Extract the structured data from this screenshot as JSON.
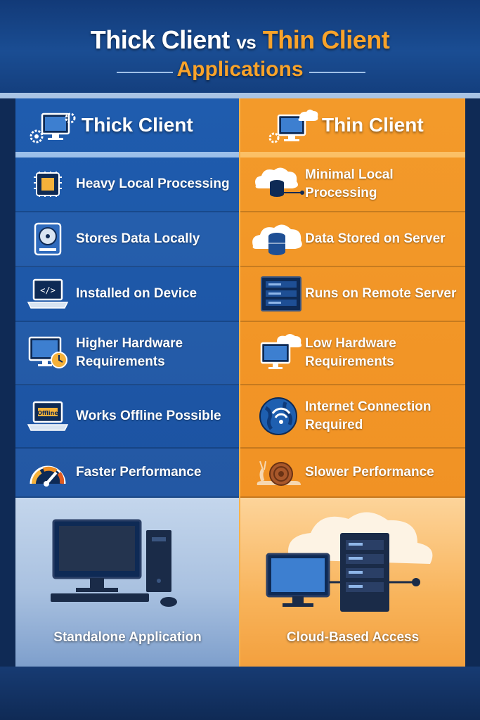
{
  "title": {
    "part1": "Thick Client",
    "vs": "vs",
    "part2": "Thin Client",
    "line2": "Applications"
  },
  "colors": {
    "thick_blue": "#1f5cae",
    "thin_orange": "#f39a2a",
    "accent_orange": "#f9a32a"
  },
  "thick": {
    "heading": "Thick Client",
    "heading_icon": "desktop-gears-icon",
    "rows": [
      {
        "label": "Heavy Local Processing",
        "icon": "cpu-chip-icon"
      },
      {
        "label": "Stores Data Locally",
        "icon": "hard-drive-icon"
      },
      {
        "label": "Installed on Device",
        "icon": "laptop-code-icon"
      },
      {
        "label": "Higher Hardware Requirements",
        "icon": "monitor-clock-icon"
      },
      {
        "label": "Works Offline Possible",
        "icon": "laptop-offline-icon"
      },
      {
        "label": "Faster Performance",
        "icon": "speedometer-icon"
      }
    ],
    "bottom_label": "Standalone Application",
    "bottom_icon": "desktop-computer-icon",
    "offline_tag": "Offline"
  },
  "thin": {
    "heading": "Thin Client",
    "heading_icon": "monitor-cloud-icon",
    "rows": [
      {
        "label": "Minimal Local Processing",
        "icon": "cloud-database-icon"
      },
      {
        "label": "Data Stored on Server",
        "icon": "cloud-storage-icon"
      },
      {
        "label": "Runs on Remote Server",
        "icon": "server-rack-icon"
      },
      {
        "label": "Low Hardware Requirements",
        "icon": "monitor-cloud-small-icon"
      },
      {
        "label": "Internet Connection Required",
        "icon": "globe-wifi-icon"
      },
      {
        "label": "Slower Performance",
        "icon": "snail-icon"
      }
    ],
    "bottom_label": "Cloud-Based Access",
    "bottom_icon": "cloud-server-icon"
  }
}
